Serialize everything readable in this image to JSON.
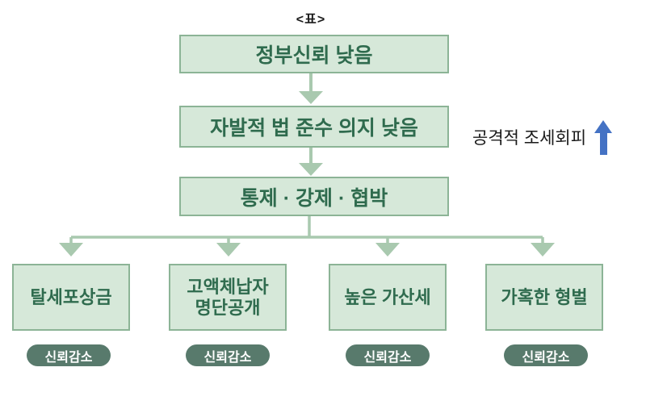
{
  "title": "<표>",
  "colors": {
    "box_fill": "#d6e8d9",
    "box_border": "#8cb496",
    "box_text": "#2f6b4e",
    "connector": "#a9c9af",
    "pill_bg": "#587a6c",
    "pill_text": "#ffffff",
    "blue_arrow": "#4472c4",
    "label_text": "#1a1a1a"
  },
  "icons": {
    "flow_arrow": "down-arrow",
    "increase_arrow": "up-arrow"
  },
  "flow": {
    "level1": {
      "label": "정부신뢰 낮음"
    },
    "level2": {
      "label": "자발적 법 준수 의지 낮음"
    },
    "level3": {
      "label": "통제 · 강제 · 협박"
    },
    "side_note": {
      "label": "공격적 조세회피"
    },
    "measures": [
      {
        "label": "탈세포상금",
        "tag": "신뢰감소"
      },
      {
        "label": "고액체납자\n명단공개",
        "tag": "신뢰감소"
      },
      {
        "label": "높은 가산세",
        "tag": "신뢰감소"
      },
      {
        "label": "가혹한 형벌",
        "tag": "신뢰감소"
      }
    ]
  }
}
